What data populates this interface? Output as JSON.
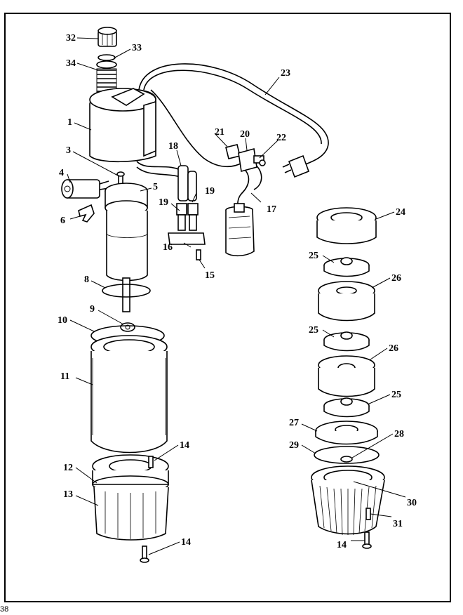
{
  "page_number": "38",
  "colors": {
    "ink": "#000000",
    "paper": "#ffffff"
  },
  "labels": {
    "l1": "1",
    "l3": "3",
    "l4": "4",
    "l5": "5",
    "l6": "6",
    "l8": "8",
    "l9": "9",
    "l10": "10",
    "l11": "11",
    "l12": "12",
    "l13": "13",
    "l14a": "14",
    "l14b": "14",
    "l14c": "14",
    "l15": "15",
    "l16": "16",
    "l17": "17",
    "l18": "18",
    "l19a": "19",
    "l19b": "19",
    "l20": "20",
    "l21": "21",
    "l22": "22",
    "l23": "23",
    "l24": "24",
    "l25a": "25",
    "l25b": "25",
    "l25c": "25",
    "l26a": "26",
    "l26b": "26",
    "l27": "27",
    "l28": "28",
    "l29": "29",
    "l30": "30",
    "l31": "31",
    "l32": "32",
    "l33": "33",
    "l34": "34"
  }
}
